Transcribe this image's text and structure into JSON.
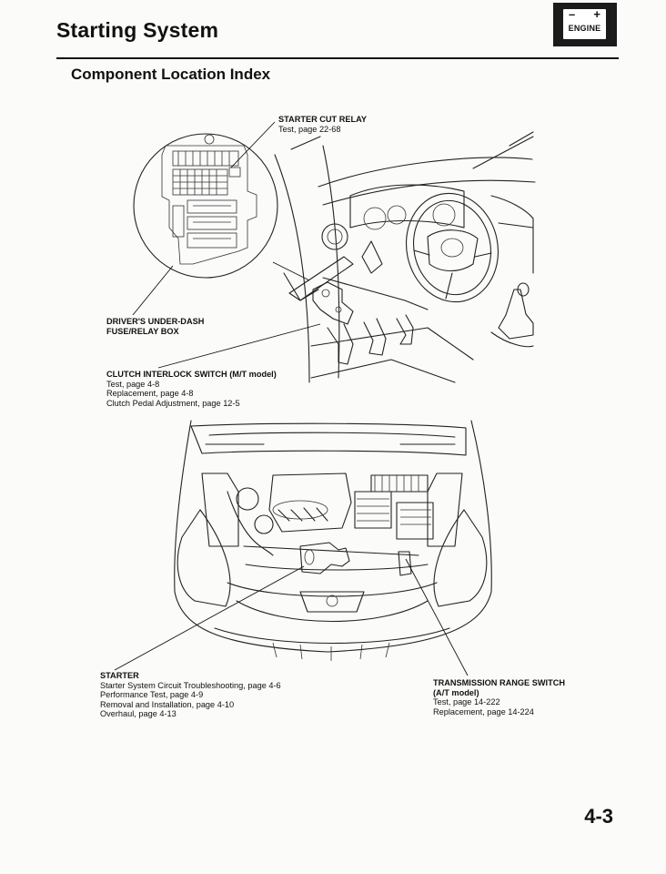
{
  "header": {
    "section_title": "Starting System",
    "badge_label": "ENGINE",
    "badge_minus": "–",
    "badge_plus": "+"
  },
  "subtitle": "Component Location Index",
  "callouts": {
    "starter_cut_relay": {
      "heading": "STARTER CUT RELAY",
      "lines": [
        "Test, page 22-68"
      ]
    },
    "fuse_box": {
      "heading_1": "DRIVER'S UNDER-DASH",
      "heading_2": "FUSE/RELAY BOX"
    },
    "clutch_switch": {
      "heading": "CLUTCH INTERLOCK SWITCH (M/T model)",
      "lines": [
        "Test, page 4-8",
        "Replacement, page 4-8",
        "Clutch Pedal Adjustment, page 12-5"
      ]
    },
    "starter": {
      "heading": "STARTER",
      "lines": [
        "Starter System Circuit Troubleshooting, page 4-6",
        "Performance Test, page 4-9",
        "Removal and Installation, page 4-10",
        "Overhaul, page 4-13"
      ]
    },
    "range_switch": {
      "heading_1": "TRANSMISSION RANGE SWITCH",
      "heading_2": "(A/T model)",
      "lines": [
        "Test, page 14-222",
        "Replacement, page 14-224"
      ]
    }
  },
  "page_number": "4-3"
}
